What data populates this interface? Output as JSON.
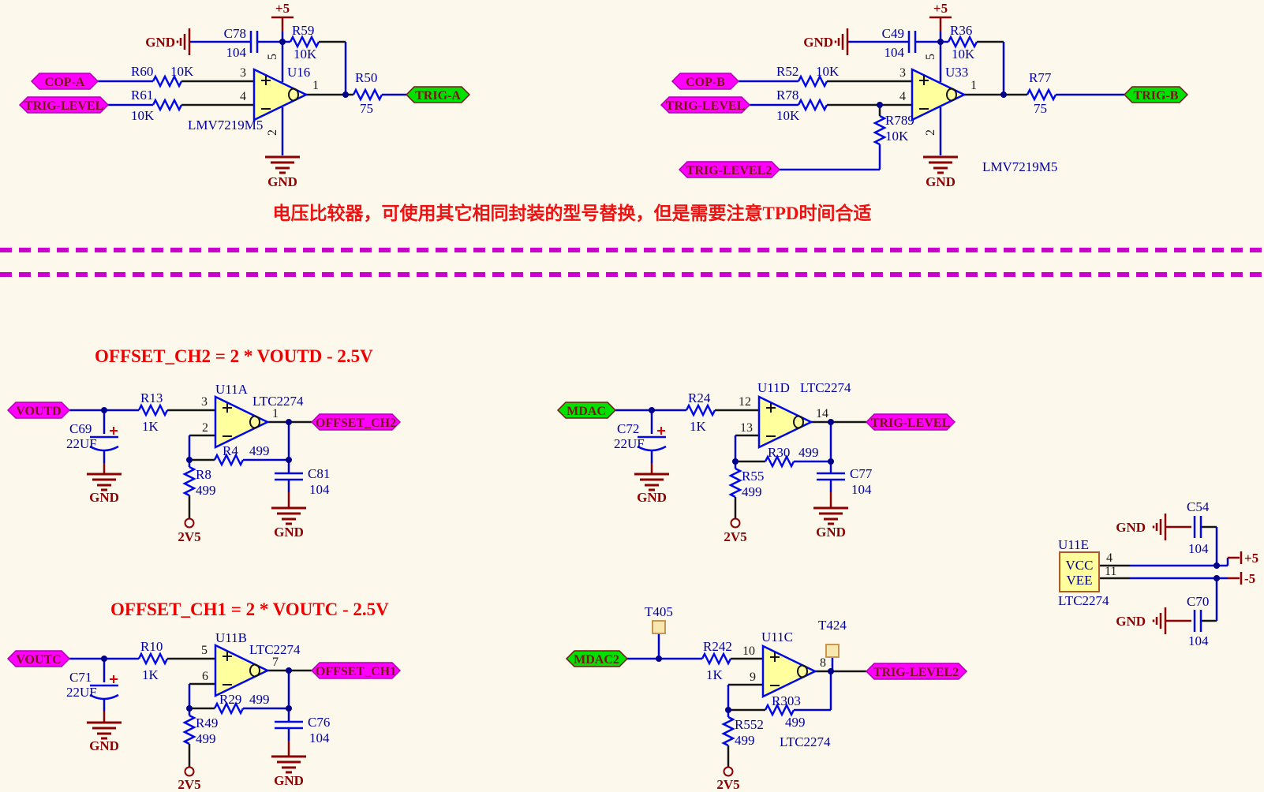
{
  "palette": {
    "background": "#fdf8ec",
    "wire_blue": "#0000cd",
    "symbol_dark_red": "#8b0000",
    "designator_navy": "#0000a0",
    "flag_magenta": "#ff00ff",
    "flag_green": "#00e100",
    "opamp_yellow": "#ffff9e",
    "annotation_red": "#ee0000",
    "divider_magenta": "#cc00cc"
  },
  "note": {
    "text": "电压比较器，可使用其它相同封装的型号替换，但是需要注意TPD时间合适"
  },
  "cmpA": {
    "p5": "+5",
    "gnd_top": "GND",
    "c": "C78",
    "cv": "104",
    "rf": "R59",
    "rfv": "10K",
    "in1": "COP-A",
    "r1": "R60",
    "r1v": "10K",
    "pin_p": "3",
    "in2": "TRIG-LEVEL",
    "r2": "R61",
    "r2v": "10K",
    "pin_n": "4",
    "pin_top": "5",
    "pin_bot": "2",
    "ref": "U16",
    "part": "LMV7219M5",
    "pin_out": "1",
    "ro": "R50",
    "rov": "75",
    "out": "TRIG-A",
    "gnd_bot": "GND"
  },
  "cmpB": {
    "p5": "+5",
    "gnd_top": "GND",
    "c": "C49",
    "cv": "104",
    "rf": "R36",
    "rfv": "10K",
    "in1": "COP-B",
    "r1": "R52",
    "r1v": "10K",
    "pin_p": "3",
    "in2": "TRIG-LEVEL",
    "r2": "R78",
    "r2v": "10K",
    "pin_n": "4",
    "r3": "R789",
    "r3v": "10K",
    "in3": "TRIG-LEVEL2",
    "pin_top": "5",
    "pin_bot": "2",
    "ref": "U33",
    "part": "LMV7219M5",
    "pin_out": "1",
    "ro": "R77",
    "rov": "75",
    "out": "TRIG-B",
    "gnd_bot": "GND"
  },
  "ampA": {
    "title": "OFFSET_CH2 = 2 * VOUTD - 2.5V",
    "in": "VOUTD",
    "cin": "C69",
    "cinv": "22UF",
    "gnd1": "GND",
    "rin": "R13",
    "rinv": "1K",
    "pin_p": "3",
    "pin_n": "2",
    "ref": "U11A",
    "part": "LTC2274",
    "pin_out": "1",
    "out": "OFFSET_CH2",
    "rfb": "R4",
    "rfbv": "499",
    "rg": "R8",
    "rgv": "499",
    "vref": "2V5",
    "cout": "C81",
    "coutv": "104",
    "gnd2": "GND"
  },
  "ampB": {
    "title": "OFFSET_CH1 = 2 * VOUTC - 2.5V",
    "in": "VOUTC",
    "cin": "C71",
    "cinv": "22UF",
    "gnd1": "GND",
    "rin": "R10",
    "rinv": "1K",
    "pin_p": "5",
    "pin_n": "6",
    "ref": "U11B",
    "part": "LTC2274",
    "pin_out": "7",
    "out": "OFFSET_CH1",
    "rfb": "R29",
    "rfbv": "499",
    "rg": "R49",
    "rgv": "499",
    "vref": "2V5",
    "cout": "C76",
    "coutv": "104",
    "gnd2": "GND"
  },
  "ampD": {
    "in": "MDAC",
    "cin": "C72",
    "cinv": "22UF",
    "gnd1": "GND",
    "rin": "R24",
    "rinv": "1K",
    "pin_p": "12",
    "pin_n": "13",
    "ref": "U11D",
    "part": "LTC2274",
    "pin_out": "14",
    "out": "TRIG-LEVEL",
    "rfb": "R30",
    "rfbv": "499",
    "rg": "R55",
    "rgv": "499",
    "vref": "2V5",
    "cout": "C77",
    "coutv": "104",
    "gnd2": "GND"
  },
  "ampC": {
    "tp1": "T405",
    "tp2": "T424",
    "in": "MDAC2",
    "rin": "R242",
    "rinv": "1K",
    "pin_p": "10",
    "pin_n": "9",
    "ref": "U11C",
    "part": "LTC2274",
    "pin_out": "8",
    "out": "TRIG-LEVEL2",
    "rfb": "R303",
    "rfbv": "499",
    "rg": "R552",
    "rgv": "499",
    "vref": "2V5"
  },
  "pwr": {
    "ref": "U11E",
    "vcc": "VCC",
    "vee": "VEE",
    "part": "LTC2274",
    "pin_vcc": "4",
    "pin_vee": "11",
    "c_top": "C54",
    "c_topv": "104",
    "gnd_top": "GND",
    "p5": "+5",
    "c_bot": "C70",
    "c_botv": "104",
    "gnd_bot": "GND",
    "m5": "-5"
  }
}
